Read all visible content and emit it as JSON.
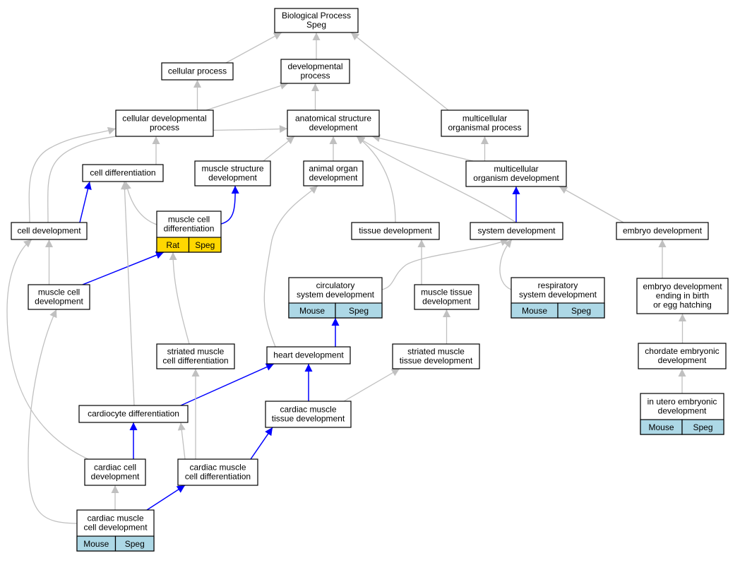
{
  "colors": {
    "gray_edge": "#c0c0c0",
    "blue_edge": "#0000ff",
    "mouse_cell": "#add8e6",
    "rat_cell": "#ffd700"
  },
  "nodes": [
    {
      "id": "bp",
      "lines": [
        "Biological Process",
        "Speg"
      ]
    },
    {
      "id": "cp",
      "lines": [
        "cellular process"
      ]
    },
    {
      "id": "dp",
      "lines": [
        "developmental",
        "process"
      ]
    },
    {
      "id": "cdp",
      "lines": [
        "cellular developmental",
        "process"
      ]
    },
    {
      "id": "asd",
      "lines": [
        "anatomical structure",
        "development"
      ]
    },
    {
      "id": "mop",
      "lines": [
        "multicellular",
        "organismal process"
      ]
    },
    {
      "id": "cdiff",
      "lines": [
        "cell differentiation"
      ]
    },
    {
      "id": "msd",
      "lines": [
        "muscle structure",
        "development"
      ]
    },
    {
      "id": "aod",
      "lines": [
        "animal organ",
        "development"
      ]
    },
    {
      "id": "mod",
      "lines": [
        "multicellular",
        "organism development"
      ]
    },
    {
      "id": "cdev",
      "lines": [
        "cell development"
      ]
    },
    {
      "id": "mcdiff",
      "lines": [
        "muscle cell",
        "differentiation"
      ],
      "cells": [
        {
          "label": "Rat",
          "kind": "rat"
        },
        {
          "label": "Speg",
          "kind": "rat"
        }
      ]
    },
    {
      "id": "td",
      "lines": [
        "tissue development"
      ]
    },
    {
      "id": "sd",
      "lines": [
        "system development"
      ]
    },
    {
      "id": "ed",
      "lines": [
        "embryo development"
      ]
    },
    {
      "id": "mcdev",
      "lines": [
        "muscle cell",
        "development"
      ]
    },
    {
      "id": "csd",
      "lines": [
        "circulatory",
        "system development"
      ],
      "cells": [
        {
          "label": "Mouse",
          "kind": "mouse"
        },
        {
          "label": "Speg",
          "kind": "mouse"
        }
      ]
    },
    {
      "id": "mtd",
      "lines": [
        "muscle tissue",
        "development"
      ]
    },
    {
      "id": "rsd",
      "lines": [
        "respiratory",
        "system development"
      ],
      "cells": [
        {
          "label": "Mouse",
          "kind": "mouse"
        },
        {
          "label": "Speg",
          "kind": "mouse"
        }
      ]
    },
    {
      "id": "edb",
      "lines": [
        "embryo development",
        "ending in birth",
        "or egg hatching"
      ]
    },
    {
      "id": "smcd",
      "lines": [
        "striated muscle",
        "cell differentiation"
      ]
    },
    {
      "id": "hd",
      "lines": [
        "heart development"
      ]
    },
    {
      "id": "smtd",
      "lines": [
        "striated muscle",
        "tissue development"
      ]
    },
    {
      "id": "ced",
      "lines": [
        "chordate embryonic",
        "development"
      ]
    },
    {
      "id": "cardiod",
      "lines": [
        "cardiocyte differentiation"
      ]
    },
    {
      "id": "cmtd",
      "lines": [
        "cardiac muscle",
        "tissue development"
      ]
    },
    {
      "id": "iued",
      "lines": [
        "in utero embryonic",
        "development"
      ],
      "cells": [
        {
          "label": "Mouse",
          "kind": "mouse"
        },
        {
          "label": "Speg",
          "kind": "mouse"
        }
      ]
    },
    {
      "id": "ccd",
      "lines": [
        "cardiac cell",
        "development"
      ]
    },
    {
      "id": "cmcdiff",
      "lines": [
        "cardiac muscle",
        "cell differentiation"
      ]
    },
    {
      "id": "cmcdev",
      "lines": [
        "cardiac muscle",
        "cell development"
      ],
      "cells": [
        {
          "label": "Mouse",
          "kind": "mouse"
        },
        {
          "label": "Speg",
          "kind": "mouse"
        }
      ]
    }
  ],
  "edges": [
    {
      "from": "cp",
      "to": "bp",
      "color": "gray"
    },
    {
      "from": "dp",
      "to": "bp",
      "color": "gray"
    },
    {
      "from": "mop",
      "to": "bp",
      "color": "gray"
    },
    {
      "from": "cdp",
      "to": "cp",
      "color": "gray"
    },
    {
      "from": "cdp",
      "to": "dp",
      "color": "gray"
    },
    {
      "from": "asd",
      "to": "dp",
      "color": "gray"
    },
    {
      "from": "cdiff",
      "to": "cdp",
      "color": "gray"
    },
    {
      "from": "cdev",
      "to": "cdp",
      "color": "gray"
    },
    {
      "from": "cdev",
      "to": "asd",
      "color": "gray"
    },
    {
      "from": "msd",
      "to": "asd",
      "color": "gray"
    },
    {
      "from": "aod",
      "to": "asd",
      "color": "gray"
    },
    {
      "from": "td",
      "to": "asd",
      "color": "gray"
    },
    {
      "from": "mod",
      "to": "asd",
      "color": "gray"
    },
    {
      "from": "sd",
      "to": "asd",
      "color": "gray"
    },
    {
      "from": "mod",
      "to": "mop",
      "color": "gray"
    },
    {
      "from": "ed",
      "to": "mod",
      "color": "gray"
    },
    {
      "from": "sd",
      "to": "mod",
      "color": "blue"
    },
    {
      "from": "cdev",
      "to": "cdiff",
      "color": "blue"
    },
    {
      "from": "mcdiff",
      "to": "cdiff",
      "color": "gray"
    },
    {
      "from": "mcdiff",
      "to": "msd",
      "color": "blue"
    },
    {
      "from": "mcdev",
      "to": "cdev",
      "color": "gray"
    },
    {
      "from": "mcdev",
      "to": "mcdiff",
      "color": "blue"
    },
    {
      "from": "ccd",
      "to": "cdev",
      "color": "gray"
    },
    {
      "from": "hd",
      "to": "aod",
      "color": "gray"
    },
    {
      "from": "csd",
      "to": "sd",
      "color": "gray"
    },
    {
      "from": "rsd",
      "to": "sd",
      "color": "gray"
    },
    {
      "from": "mtd",
      "to": "td",
      "color": "gray"
    },
    {
      "from": "edb",
      "to": "ed",
      "color": "gray"
    },
    {
      "from": "smcd",
      "to": "mcdiff",
      "color": "gray"
    },
    {
      "from": "hd",
      "to": "csd",
      "color": "blue"
    },
    {
      "from": "smtd",
      "to": "mtd",
      "color": "gray"
    },
    {
      "from": "ced",
      "to": "edb",
      "color": "gray"
    },
    {
      "from": "cardiod",
      "to": "cdiff",
      "color": "gray"
    },
    {
      "from": "cardiod",
      "to": "hd",
      "color": "blue"
    },
    {
      "from": "cmtd",
      "to": "hd",
      "color": "blue"
    },
    {
      "from": "cmtd",
      "to": "smtd",
      "color": "gray"
    },
    {
      "from": "iued",
      "to": "ced",
      "color": "gray"
    },
    {
      "from": "ccd",
      "to": "cardiod",
      "color": "blue"
    },
    {
      "from": "cmcdiff",
      "to": "cardiod",
      "color": "gray"
    },
    {
      "from": "cmcdiff",
      "to": "smcd",
      "color": "gray"
    },
    {
      "from": "cmcdiff",
      "to": "cmtd",
      "color": "blue"
    },
    {
      "from": "cmcdev",
      "to": "ccd",
      "color": "gray"
    },
    {
      "from": "cmcdev",
      "to": "cmcdiff",
      "color": "blue"
    },
    {
      "from": "cmcdev",
      "to": "mcdev",
      "color": "gray"
    }
  ]
}
